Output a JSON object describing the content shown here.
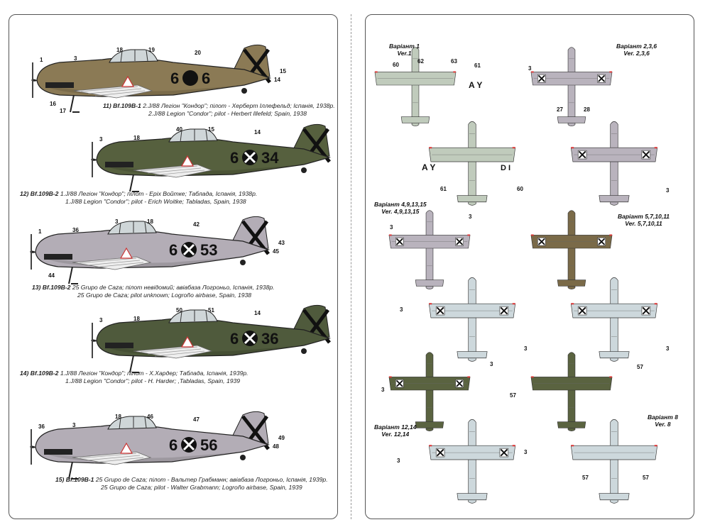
{
  "left": {
    "aircraft": [
      {
        "num": "11)",
        "model": "Bf.109B-1",
        "line1": "2.J/88 Легіон \"Кондор\"; пілот - Херберт Іллефельд; Іспанія, 1938р.",
        "line2": "2.J/88 Legion \"Condor\"; pilot - Herbert Illefeld; Spain, 1938",
        "code_left": "6",
        "code_right": "6",
        "callouts": [
          "1",
          "3",
          "18",
          "19",
          "20",
          "15",
          "14",
          "16",
          "17"
        ],
        "color": "#8b7a55"
      },
      {
        "num": "12)",
        "model": "Bf.109B-2",
        "line1": "1.J/88 Легіон \"Кондор\"; пілот - Еріх Войтке; Таблада, Іспанія, 1938р.",
        "line2": "1.J/88 Legion \"Condor\"; pilot - Erich Woitke; Tabladas, Spain, 1938",
        "code_left": "6",
        "code_right": "34",
        "callouts": [
          "3",
          "18",
          "40",
          "15",
          "14"
        ],
        "color": "#56603e"
      },
      {
        "num": "13)",
        "model": "Bf.109B-2",
        "line1": "25 Grupo de Caza; пілот невідомий; авіабаза Логроньо, Іспанія, 1938р.",
        "line2": "25 Grupo de Caza; pilot unknown; Logroño airbase, Spain, 1938",
        "code_left": "6",
        "code_right": "53",
        "callouts": [
          "1",
          "36",
          "3",
          "18",
          "42",
          "43",
          "45",
          "44"
        ],
        "color": "#b3adb6"
      },
      {
        "num": "14)",
        "model": "Bf.109B-2",
        "line1": "1.J/88 Легіон \"Кондор\"; пілот - Х.Хардер; Таблада, Іспанія, 1939р.",
        "line2": "1.J/88 Legion \"Condor\"; pilot - H. Harder; ,Tabladas, Spain, 1939",
        "code_left": "6",
        "code_right": "36",
        "callouts": [
          "3",
          "18",
          "50",
          "51",
          "14"
        ],
        "color": "#4f5a3c"
      },
      {
        "num": "15)",
        "model": "Bf.109B-1",
        "line1": "25 Grupo de Caza; пілот - Вальтер Грабманн; авіабаза Логроньо, Іспанія, 1939р.",
        "line2": "25 Grupo de Caza; pilot - Walter Grabmann; Logroño airbase, Spain, 1939",
        "code_left": "6",
        "code_right": "56",
        "callouts": [
          "36",
          "3",
          "18",
          "46",
          "47",
          "49",
          "48"
        ],
        "color": "#b3adb6"
      }
    ]
  },
  "right": {
    "variants": [
      {
        "ua": "Варіант 1",
        "en": "Ver.1"
      },
      {
        "ua": "Варіант 2,3,6",
        "en": "Ver. 2,3,6"
      },
      {
        "ua": "Варіант 4,9,13,15",
        "en": "Ver. 4,9,13,15"
      },
      {
        "ua": "Варіант 5,7,10,11",
        "en": "Ver. 5,7,10,11"
      },
      {
        "ua": "Варіант 12,14",
        "en": "Ver. 12,14"
      },
      {
        "ua": "Варіант 8",
        "en": "Ver. 8"
      }
    ],
    "callouts": {
      "v1_top": [
        "60",
        "62",
        "63",
        "61"
      ],
      "v1_bottom": [
        "61",
        "60"
      ],
      "v2_top": [
        "3",
        "27",
        "28"
      ],
      "v2_bottom": [
        "3"
      ],
      "v4_top": [
        "3",
        "3"
      ],
      "v4_bottom": [
        "3",
        "3"
      ],
      "v5_bottom": [
        "3"
      ],
      "v12_top": [
        "3",
        "3"
      ],
      "v12_bottom": [
        "3",
        "3"
      ],
      "v8_top": [
        "57",
        "57"
      ],
      "v8_bottom": [
        "57",
        "57"
      ]
    },
    "top_code": "A  Y",
    "bottom_code": "A  Y",
    "side_code": "D   I"
  },
  "colors": {
    "rlm_grey": "#b9b3bd",
    "light_blue": "#cdd8dc",
    "pale_green": "#c0cbbc",
    "olive": "#5a6340",
    "brown": "#7a6a48",
    "black": "#111111"
  }
}
